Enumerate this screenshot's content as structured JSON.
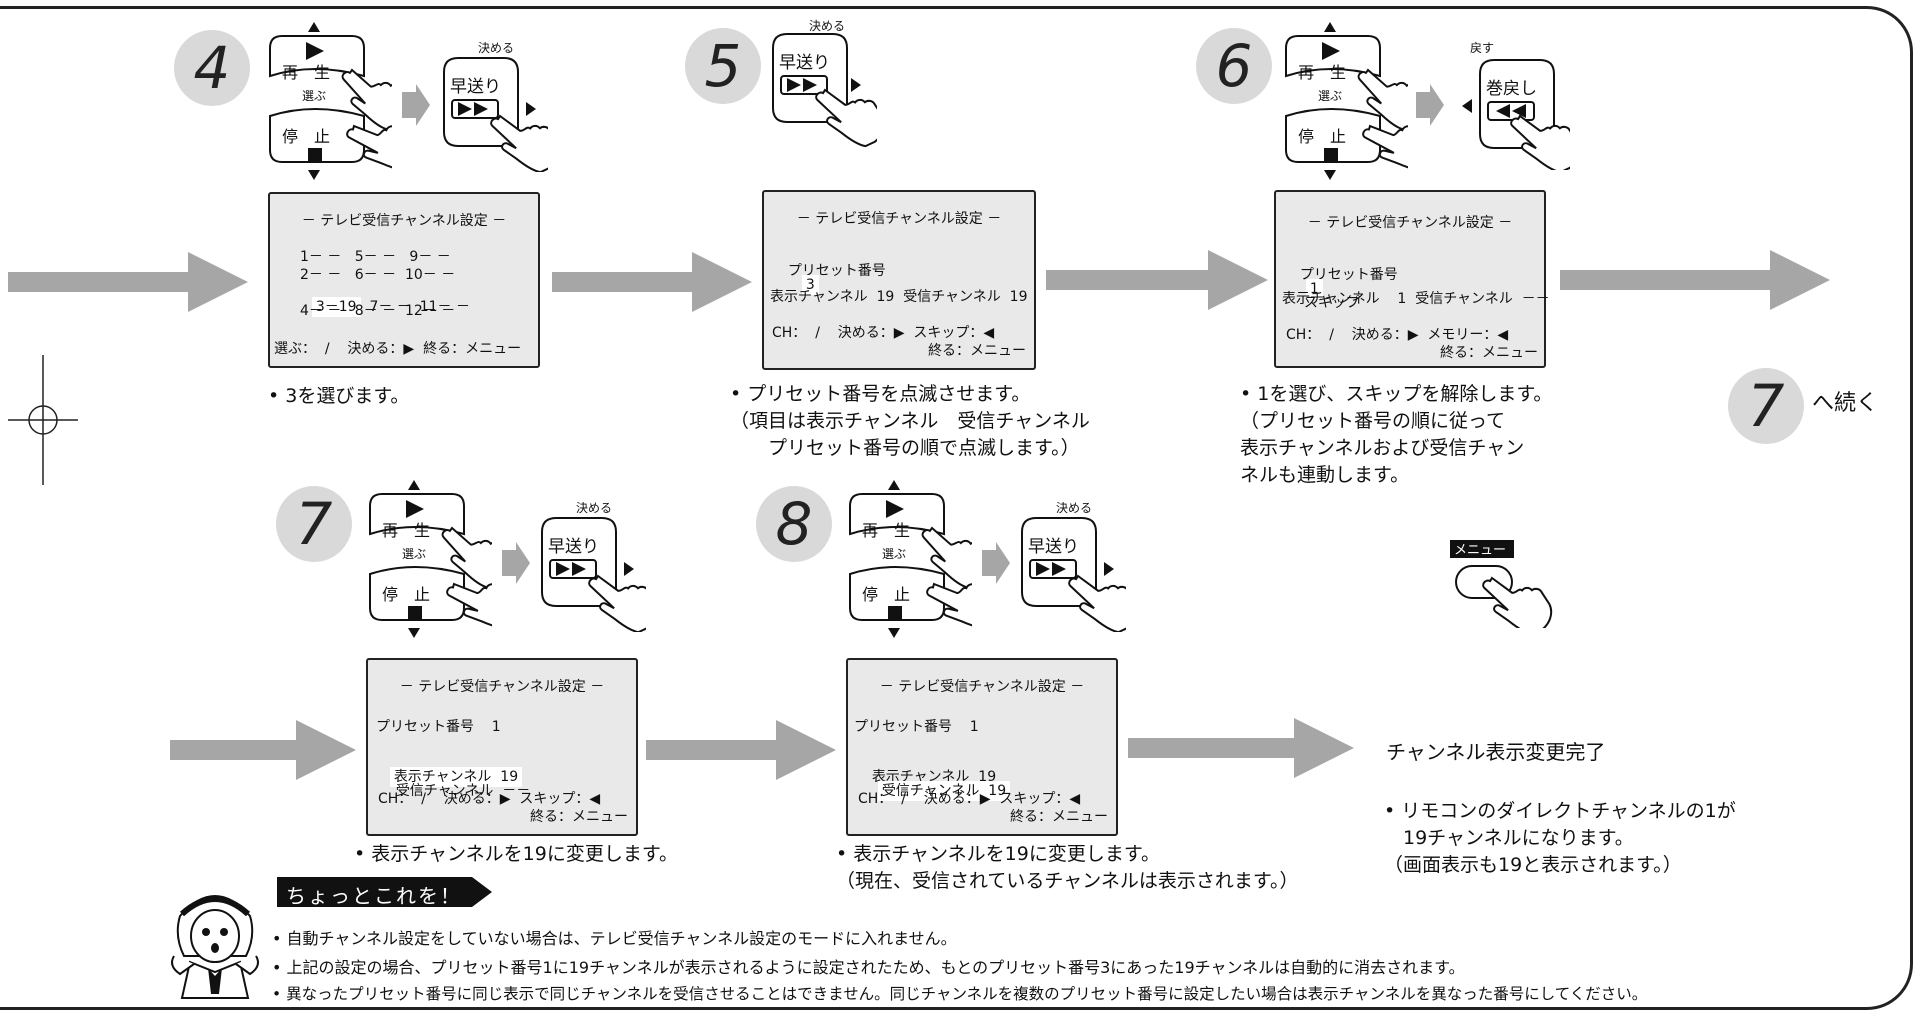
{
  "step_numbers": {
    "s4": "4",
    "s5": "5",
    "s6": "6",
    "s7": "7",
    "s8": "8",
    "continue_num": "7"
  },
  "continue_text": "へ続く",
  "remote": {
    "play": "再　生",
    "select": "選ぶ",
    "stop": "停　止",
    "decide": "決める",
    "ff": "早送り",
    "back": "戻す",
    "rew": "巻戻し",
    "menu": "メニュー"
  },
  "screens": {
    "title": "－ テレビ受信チャンネル設定 －",
    "s4": {
      "grid": [
        "1－ －   5－ －   9－ －",
        "2－ －   6－ －  10－ －",
        "4－ －   8－ －  12－ －"
      ],
      "row3_hl": "3－19",
      "row3_rest": "  7－ －  11－ －",
      "footer": "選ぶ：  /    決める：▶  終る：メニュー"
    },
    "s5": {
      "preset_label": "プリセット番号",
      "preset_value": "3",
      "channels": "表示チャンネル  19  受信チャンネル  19",
      "footer1": "CH：  /    決める：▶  スキップ：◀",
      "footer2": "終る：メニュー"
    },
    "s6": {
      "preset_label": "プリセット番号",
      "preset_value": "1",
      "skip": "スキップ",
      "channels": "表示チャンネル    1  受信チャンネル  －－",
      "footer1": "CH：  /    決める：▶  メモリー：◀",
      "footer2": "終る：メニュー"
    },
    "s7": {
      "preset": "プリセット番号    1",
      "disp_hl": "表示チャンネル  19",
      "recv": "受信チャンネル  －－",
      "footer1": "CH：  /    決める：▶  スキップ：◀",
      "footer2": "終る：メニュー"
    },
    "s8": {
      "preset": "プリセット番号    1",
      "disp": "表示チャンネル  19",
      "recv_hl": "受信チャンネル  19",
      "footer1": "CH：  /    決める：▶  スキップ：◀",
      "footer2": "終る：メニュー"
    }
  },
  "captions": {
    "c4": "• 3を選びます。",
    "c5": "• プリセット番号を点滅させます。\n（項目は表示チャンネル　受信チャンネル\n　　プリセット番号の順で点滅します。）",
    "c6": "• 1を選び、スキップを解除します。\n（プリセット番号の順に従って\n表示チャンネルおよび受信チャン\nネルも連動します。",
    "c7": "• 表示チャンネルを19に変更します。",
    "c8": "• 表示チャンネルを19に変更します。\n（現在、受信されているチャンネルは表示されます。）"
  },
  "complete": {
    "title": "チャンネル表示変更完了",
    "desc": "• リモコンのダイレクトチャンネルの1が\n　19チャンネルになります。\n（画面表示も19と表示されます。）"
  },
  "check_banner": "ちょっとこれを！",
  "notes": [
    "• 自動チャンネル設定をしていない場合は、テレビ受信チャンネル設定のモードに入れません。",
    "• 上記の設定の場合、プリセット番号1に19チャンネルが表示されるように設定されたため、もとのプリセット番号3にあった19チャンネルは自動的に消去されます。",
    "• 異なったプリセット番号に同じ表示で同じチャンネルを受信させることはできません。同じチャンネルを複数のプリセット番号に設定したい場合は表示チャンネルを異なった番号にしてください。"
  ],
  "colors": {
    "arrow": "#a6a6a6",
    "screen_bg": "#e9e9e9",
    "circle": "#d9d9d9",
    "banner": "#111111"
  }
}
